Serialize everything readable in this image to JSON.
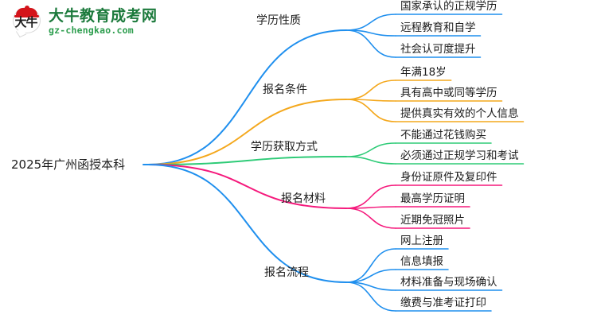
{
  "header": {
    "logo_mark_text": "大牛",
    "logo_title": "大牛教育成考网",
    "logo_url": "gz-chengkao.com"
  },
  "colors": {
    "blue": "#1f8fee",
    "orange": "#f4a81d",
    "green": "#2ecb77",
    "pink": "#f5197c",
    "text": "#1c1c1c",
    "logo_green_dark": "#1c7a3c",
    "logo_green": "#2e9e4f",
    "logo_red": "#d4141a"
  },
  "mindmap": {
    "root": "2025年广州函授本科",
    "branches": [
      {
        "label": "学历性质",
        "color": "#1f8fee",
        "leaves": [
          "国家承认的正规学历",
          "远程教育和自学",
          "社会认可度提升"
        ]
      },
      {
        "label": "报名条件",
        "color": "#f4a81d",
        "leaves": [
          "年满18岁",
          "具有高中或同等学历",
          "提供真实有效的个人信息"
        ]
      },
      {
        "label": "学历获取方式",
        "color": "#2ecb77",
        "leaves": [
          "不能通过花钱购买",
          "必须通过正规学习和考试"
        ]
      },
      {
        "label": "报名材料",
        "color": "#f5197c",
        "leaves": [
          "身份证原件及复印件",
          "最高学历证明",
          "近期免冠照片"
        ]
      },
      {
        "label": "报名流程",
        "color": "#1f8fee",
        "leaves": [
          "网上注册",
          "信息填报",
          "材料准备与现场确认",
          "缴费与准考证打印"
        ]
      }
    ]
  }
}
